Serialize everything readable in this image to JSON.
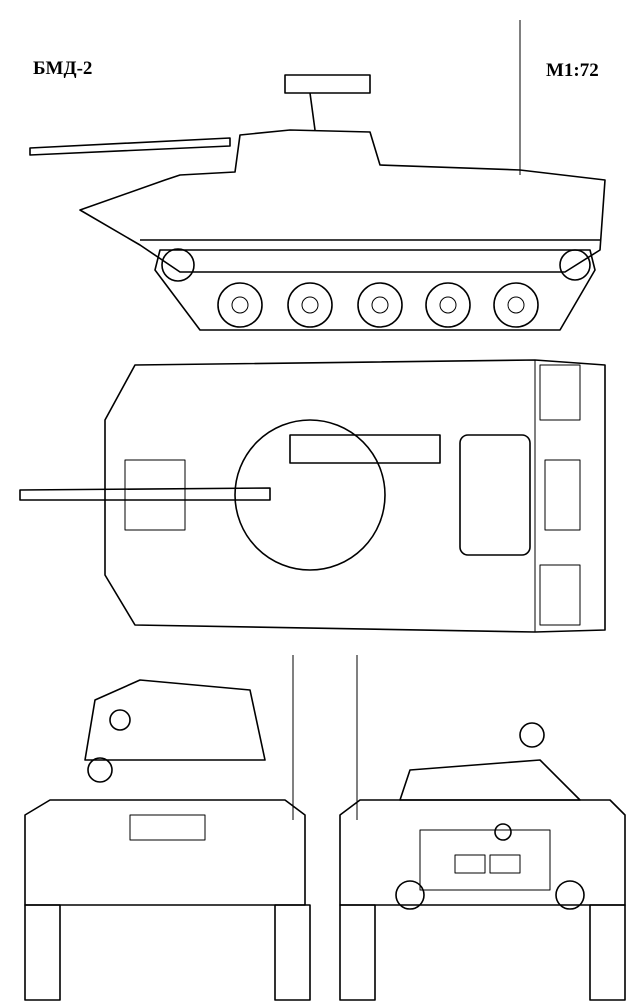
{
  "drawing": {
    "title": "БМД-2",
    "scale": "M1:72",
    "views": [
      "side",
      "top",
      "front",
      "rear"
    ],
    "style": "black line art on white"
  }
}
